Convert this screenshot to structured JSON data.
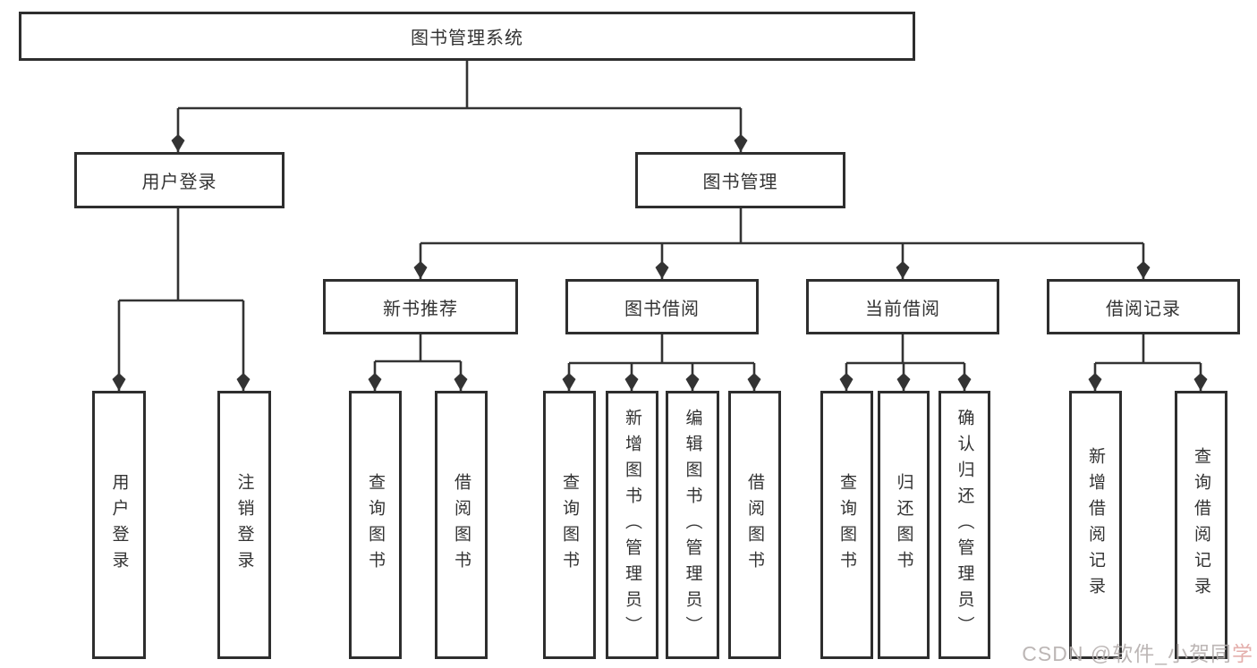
{
  "tree": {
    "label": "图书管理系统",
    "children": [
      {
        "label": "用户登录",
        "children": [
          {
            "label": "用户登录"
          },
          {
            "label": "注销登录"
          }
        ]
      },
      {
        "label": "图书管理",
        "children": [
          {
            "label": "新书推荐",
            "children": [
              {
                "label": "查询图书"
              },
              {
                "label": "借阅图书"
              }
            ]
          },
          {
            "label": "图书借阅",
            "children": [
              {
                "label": "查询图书"
              },
              {
                "label": "新增图书（管理员）"
              },
              {
                "label": "编辑图书（管理员）"
              },
              {
                "label": "借阅图书"
              }
            ]
          },
          {
            "label": "当前借阅",
            "children": [
              {
                "label": "查询图书"
              },
              {
                "label": "归还图书"
              },
              {
                "label": "确认归还（管理员）"
              }
            ]
          },
          {
            "label": "借阅记录",
            "children": [
              {
                "label": "新增借阅记录"
              },
              {
                "label": "查询借阅记录"
              }
            ]
          }
        ]
      }
    ]
  },
  "watermark": {
    "main": "CSDN @软件_小贺同",
    "accent": "学"
  },
  "colors": {
    "line": "#333333",
    "border": "#2e2e2e",
    "watermark_gray": "#b5afae",
    "watermark_pink": "#e2a7a4"
  }
}
